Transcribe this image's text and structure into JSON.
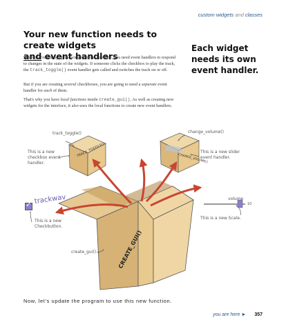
{
  "header": {
    "lead": "custom widgets",
    "and": "and",
    "tail": "classes"
  },
  "title": {
    "line1": "Your new function needs to create widgets",
    "line2_u": "and",
    "line2_rest": " event handlers"
  },
  "side_note": {
    "text": "Each widget needs its own event handler."
  },
  "para1": {
    "a": "When you're wiring up the widgets in the interface, you need event handlers to respond to changes in the state of the widgets. If someone clicks the checkbox to play the track, the ",
    "code": "track_toggle()",
    "b": " event handler gets called and switches the track on or off."
  },
  "para2": {
    "a": "But if you are creating ",
    "em1": "several",
    "b": " checkboxes, you are going to need a ",
    "em2": "separate",
    "c": " event handler for ",
    "em3": "each",
    "d": " of them."
  },
  "para3": {
    "a": "That's why you have ",
    "em1": "local functions",
    "b": " inside ",
    "code": "create_gui()",
    "c": ". As well as creating new widgets for the interface, it also uses the local functions to create new event handlers."
  },
  "figure": {
    "label_track_toggle": "track_toggle()",
    "label_change_volume": "change_volume()",
    "label_checkbox_handler": "This is a new checkbox event handler.",
    "label_slider_handler": "This is a new slider event handler.",
    "box_track_toggle": "TRACK_TOGGLE()",
    "box_change_volume": "CHANGE_VOLUME()",
    "box_create_gui": "CREATE_GUI()",
    "checkbox_label": "trackwav",
    "checkbox_note": "This is a new Checkbutton.",
    "scale_label": "volume",
    "scale_value": "10",
    "scale_note": "This is a new Scale.",
    "create_gui_label": "create_gui()"
  },
  "bottom_line": "Now, let's update the program to use this new function.",
  "footer": {
    "here": "you are here",
    "arrow": "►",
    "page": "357"
  }
}
